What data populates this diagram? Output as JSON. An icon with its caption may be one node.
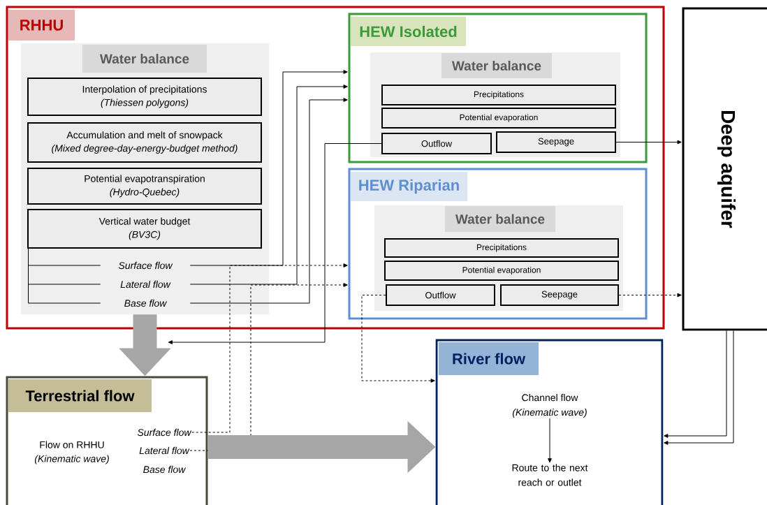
{
  "diagram": {
    "nodes": [
      {
        "text": [
          "RHHU"
        ]
      },
      {
        "text": [
          "Water balance"
        ],
        "in": 0
      },
      {
        "text": [
          "Interpolation of precipitations",
          "(Thiessen polygons)"
        ],
        "in": 1
      },
      {
        "text": [
          "Accumulation and melt of snowpack",
          "(Mixed degree-day-energy-budget method)"
        ],
        "in": 1
      },
      {
        "text": [
          "Potential evapotranspiration",
          "(Hydro-Quebec)"
        ],
        "in": 1
      },
      {
        "text": [
          "Vertical water budget",
          "(BV3C)"
        ],
        "in": 1
      },
      {
        "text": [
          "Surface flow"
        ],
        "in": 1
      },
      {
        "text": [
          "Lateral flow"
        ],
        "in": 1
      },
      {
        "text": [
          "Base flow"
        ],
        "in": 1
      },
      {
        "text": [
          "HEW Isolated"
        ],
        "in": 0
      },
      {
        "text": [
          "Water balance"
        ],
        "in": 9
      },
      {
        "text": [
          "Precipitations"
        ],
        "in": 10
      },
      {
        "text": [
          "Potential evaporation"
        ],
        "in": 10
      },
      {
        "text": [
          "Outflow"
        ],
        "in": 10
      },
      {
        "text": [
          "Seepage"
        ],
        "in": 10
      },
      {
        "text": [
          "HEW Riparian"
        ],
        "in": 0
      },
      {
        "text": [
          "Water balance"
        ],
        "in": 15
      },
      {
        "text": [
          "Precipitations"
        ],
        "in": 16
      },
      {
        "text": [
          "Potential evaporation"
        ],
        "in": 16
      },
      {
        "text": [
          "Outflow"
        ],
        "in": 16
      },
      {
        "text": [
          "Seepage"
        ],
        "in": 16
      },
      {
        "text": [
          "Deep aquifer"
        ]
      },
      {
        "text": [
          "Terrestrial flow",
          "Flow on RHHU",
          "(Kinematic wave)"
        ]
      },
      {
        "text": [
          "Surface flow"
        ],
        "in": 22
      },
      {
        "text": [
          "Lateral flow"
        ],
        "in": 22
      },
      {
        "text": [
          "Base flow"
        ],
        "in": 22
      },
      {
        "text": [
          "River flow"
        ]
      },
      {
        "text": [
          "Channel flow",
          "(Kinematic wave)"
        ],
        "in": 26
      },
      {
        "text": [
          "Route to the next reach or outlet"
        ],
        "in": 26
      }
    ],
    "edges": [
      {
        "from": 5,
        "to": 6,
        "arrow": "none"
      },
      {
        "from": 5,
        "to": 7,
        "arrow": "none"
      },
      {
        "from": 5,
        "to": 8,
        "arrow": "none"
      },
      {
        "from": 6,
        "to": 9,
        "arrow": "to"
      },
      {
        "from": 7,
        "to": 9,
        "arrow": "to"
      },
      {
        "from": 8,
        "to": 9,
        "arrow": "to"
      },
      {
        "from": 23,
        "to": 15,
        "arrow": "to",
        "style": "dashed"
      },
      {
        "from": 24,
        "to": 15,
        "arrow": "to",
        "style": "dashed"
      },
      {
        "from": 13,
        "to": null,
        "arrow": "to"
      },
      {
        "from": 14,
        "to": 21,
        "arrow": "to"
      },
      {
        "from": 20,
        "to": 21,
        "arrow": "to",
        "style": "dashed"
      },
      {
        "from": 19,
        "to": 26,
        "arrow": "to",
        "style": "dashed"
      },
      {
        "from": 21,
        "to": 26,
        "arrow": "to"
      },
      {
        "from": 21,
        "to": 26,
        "arrow": "to"
      },
      {
        "from": 27,
        "to": 28,
        "arrow": "to"
      },
      {
        "from": 1,
        "to": 22,
        "arrow": "to",
        "style": "thick",
        "color": "#a6a6a6"
      },
      {
        "from": 22,
        "to": 26,
        "arrow": "to",
        "style": "thick",
        "color": "#a6a6a6"
      }
    ]
  }
}
